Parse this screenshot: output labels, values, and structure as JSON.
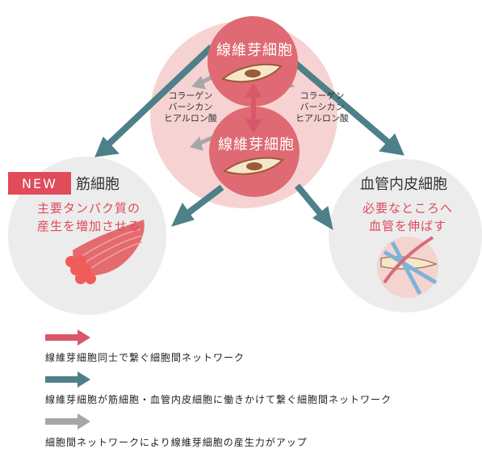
{
  "hub": {
    "top_title": "線維芽細胞",
    "bottom_title": "線維芽細胞",
    "left_factors": [
      "コラーゲン",
      "バーシカン",
      "ヒアルロン酸"
    ],
    "right_factors": [
      "コラーゲン",
      "バーシカン",
      "ヒアルロン酸"
    ]
  },
  "left_node": {
    "badge": "NEW",
    "title": "筋細胞",
    "desc_line1": "主要タンパク質の",
    "desc_line2": "産生を増加させる"
  },
  "right_node": {
    "title": "血管内皮細胞",
    "desc_line1": "必要なところへ",
    "desc_line2": "血管を伸ばす"
  },
  "legend": [
    {
      "color": "#d9576a",
      "text": "線維芽細胞同士で繋ぐ細胞間ネットワーク"
    },
    {
      "color": "#4d8089",
      "text": "線維芽細胞が筋細胞・血管内皮細胞に働きかけて繋ぐ細胞間ネットワーク"
    },
    {
      "color": "#a7a7a7",
      "text": "細胞間ネットワークにより線維芽細胞の産生力がアップ"
    }
  ],
  "colors": {
    "pink_bg": "#f5d2d2",
    "red_cell": "#df6a73",
    "teal": "#4d8089",
    "gray": "#a7a7a7",
    "light_gray_bg": "#ececec"
  },
  "icons": {
    "fibroblast": "fibroblast-cell-icon",
    "muscle": "muscle-fiber-icon",
    "vessel": "blood-vessel-icon"
  }
}
